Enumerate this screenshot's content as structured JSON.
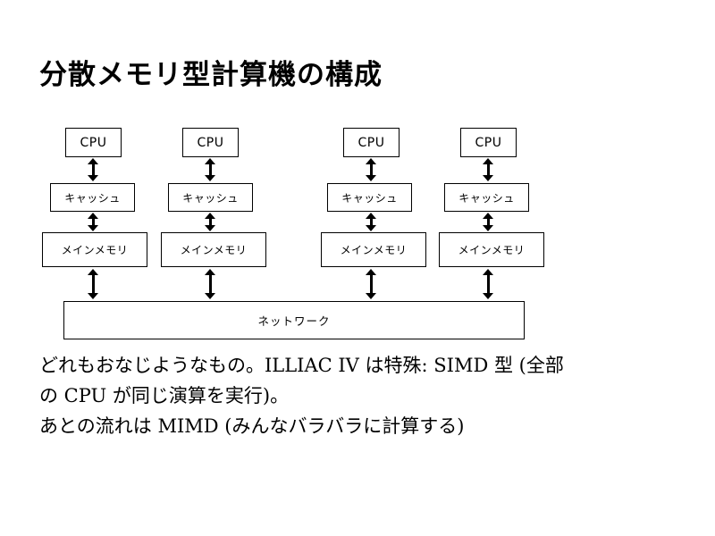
{
  "slide": {
    "title": "分散メモリ型計算機の構成"
  },
  "diagram": {
    "columns": [
      {
        "cpu_label": "CPU",
        "cache_label": "キャッシュ",
        "memory_label": "メインメモリ"
      },
      {
        "cpu_label": "CPU",
        "cache_label": "キャッシュ",
        "memory_label": "メインメモリ"
      },
      {
        "cpu_label": "CPU",
        "cache_label": "キャッシュ",
        "memory_label": "メインメモリ"
      },
      {
        "cpu_label": "CPU",
        "cache_label": "キャッシュ",
        "memory_label": "メインメモリ"
      }
    ],
    "network_label": "ネットワーク"
  },
  "body": {
    "lines": [
      "どれもおなじようなもの。ILLIAC IV は特殊: SIMD 型 (全部",
      "の CPU が同じ演算を実行)。",
      "あとの流れは MIMD (みんなバラバラに計算する)"
    ]
  },
  "colors": {
    "background": "#ffffff",
    "ink": "#000000"
  }
}
